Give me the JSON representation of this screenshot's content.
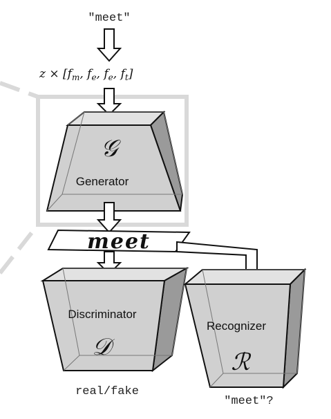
{
  "input_word": "\"meet\"",
  "noise_expression": "z × [f",
  "noise_terms": [
    {
      "base": "f",
      "sub": "m",
      "after": ","
    },
    {
      "base": "f",
      "sub": "e",
      "after": ","
    },
    {
      "base": "f",
      "sub": "e",
      "after": ","
    },
    {
      "base": "f",
      "sub": "t",
      "after": "]"
    }
  ],
  "generator": {
    "symbol": "𝒢",
    "label": "Generator"
  },
  "generated_word": "meet",
  "discriminator": {
    "symbol": "𝒟",
    "label": "Discriminator",
    "output": "real/fake"
  },
  "recognizer": {
    "symbol": "ℛ",
    "label": "Recognizer",
    "output": "\"meet\"?"
  },
  "colors": {
    "box_front": "#d0d0d0",
    "box_side": "#9a9a9a",
    "box_top": "#e4e4e4",
    "frame": "#d6d6d6",
    "arrow": "#ffffff",
    "stroke": "#111111"
  }
}
